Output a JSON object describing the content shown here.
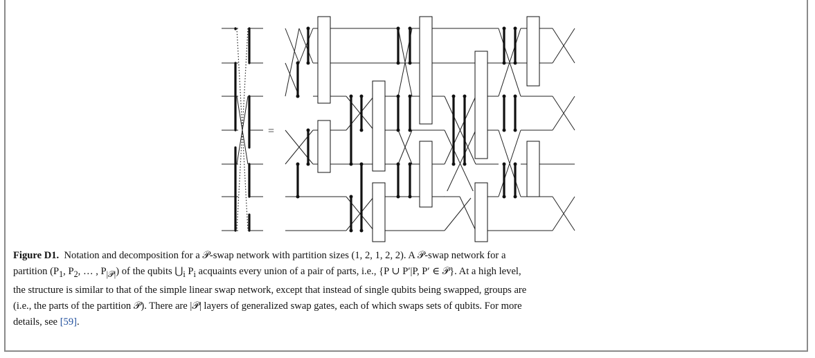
{
  "figure": {
    "equals_sign": "=",
    "caption": {
      "label": "Figure D1.",
      "line1": "Notation and decomposition for a 𝒫-swap network with partition sizes (1, 2, 1, 2, 2). A 𝒫-swap network for a",
      "line2a": "partition (P",
      "line2_sub1": "1",
      "line2b": ", P",
      "line2_sub2": "2",
      "line2c": ", … , P",
      "line2_sub3": "|𝒫|",
      "line2d": ") of the qubits ⋃",
      "line2_sub4": "i",
      "line2e": " P",
      "line2_sub5": "i",
      "line2f": " acquaints every union of a pair of parts, i.e., {P ∪ P′|P, P′ ∈ 𝒫}. At a high level,",
      "line3": "the structure is similar to that of the simple linear swap network, except that instead of single qubits being swapped, groups are",
      "line4": "(i.e., the parts of the partition 𝒫). There are |𝒫| layers of generalized swap gates, each of which swaps sets of qubits. For more",
      "line5_pre": "details, see ",
      "line5_ref": "[59]",
      "line5_post": "."
    }
  }
}
